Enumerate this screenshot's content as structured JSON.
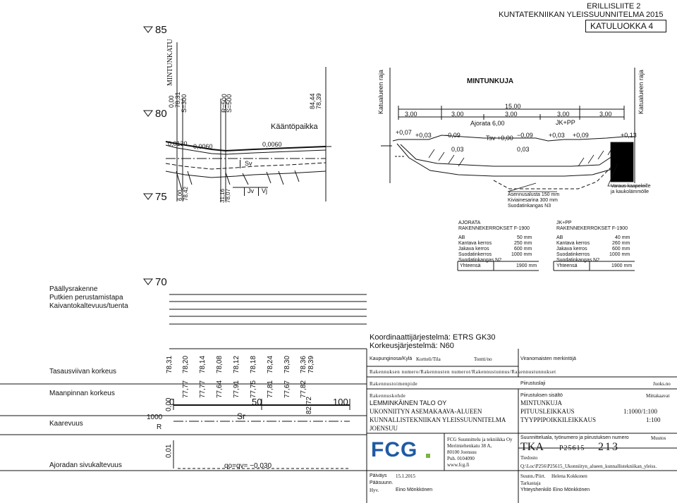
{
  "header": {
    "appendix": "ERILLISLIITE 2",
    "plan": "KUNTATEKNIIKAN YLEISSUUNNITELMA 2015",
    "class": "KATULUOKKA  4"
  },
  "elevations": [
    "85",
    "80",
    "75",
    "70"
  ],
  "profile": {
    "street_vertical": "MINTUNKATU",
    "station_a": "0,00",
    "elev_a": "78,31",
    "r_a": "S=300",
    "r_b1": "R=500",
    "r_b2": "S=500",
    "station_c": "84,44",
    "elev_c": "78,39",
    "turnaround": "Kääntöpaikka",
    "slope_a": "0,0130",
    "slope_b": "0,0060",
    "slope_c": "0,0060",
    "sv": "Sv",
    "jv": "Jv",
    "vj": "Vj",
    "bottom_a1": "6,00",
    "bottom_a2": "78,42",
    "bottom_b1": "31,16",
    "bottom_b2": "78,07"
  },
  "cross_section": {
    "title": "MINTUNKUJA",
    "left_label": "Katualueen raja",
    "right_label": "Katualueen raja",
    "total": "15,00",
    "widths": [
      "3,00",
      "3,00",
      "3,00",
      "3,00",
      "3,00"
    ],
    "ajorata": "Ajorata  6,00",
    "jkpp": "JK+PP",
    "tsv": "Tsv",
    "offsets": [
      "+0,07",
      "+0,03",
      "−0,09",
      "+0,00",
      "−0,09",
      "+0,03",
      "+0,09",
      "+0,13"
    ],
    "slopes": [
      "0,03",
      "0,03"
    ],
    "bed1": "Asennusalusta 150 mm",
    "bed2": "Kiviainesarina 300 mm",
    "bed3": "Suodatinkangas N3",
    "reserve1": "Varaus kaapeleille",
    "reserve2": "ja kaukolämmölle"
  },
  "structure_left": {
    "title1": "AJORATA",
    "title2": "RAKENNEKERROKSET  F-1900",
    "rows": [
      {
        "name": "AB",
        "value": "50 mm"
      },
      {
        "name": "Kantava kerros",
        "value": "250 mm"
      },
      {
        "name": "Jakava kerros",
        "value": "600 mm"
      },
      {
        "name": "Suodatinkerros",
        "value": "1000 mm"
      },
      {
        "name": "Suodatinkangas  N2",
        "value": ""
      }
    ],
    "total_label": "Yhteensä",
    "total_value": "1900 mm"
  },
  "structure_right": {
    "title1": "JK+PP",
    "title2": "RAKENNEKERROKSET  F-1900",
    "rows": [
      {
        "name": "AB",
        "value": "40 mm"
      },
      {
        "name": "Kantava kerros",
        "value": "260 mm"
      },
      {
        "name": "Jakava kerros",
        "value": "600 mm"
      },
      {
        "name": "Suodatinkerros",
        "value": "1000 mm"
      },
      {
        "name": "Suodatinkangas  N2",
        "value": ""
      }
    ],
    "total_label": "Yhteensä",
    "total_value": "1900 mm"
  },
  "legend": [
    "Päällysrakenne",
    "Putkien perustamistapa",
    "Kaivantokaltevuus/tuenta"
  ],
  "coords": {
    "system": "Koordinaattijärjestelmä: ETRS GK30",
    "height": "Korkeusjärjestelmä:        N60"
  },
  "band_labels": [
    "Tasausviivan korkeus",
    "Maanpinnan korkeus",
    "Kaarevuus",
    "Ajoradan sivukaltevuus"
  ],
  "grade_line": [
    "78,31",
    "78,20",
    "78,14",
    "78,08",
    "78,12",
    "78,18",
    "78,24",
    "78,30",
    "78,36",
    "78,39"
  ],
  "ground_line": [
    "77,77",
    "77,77",
    "77,64",
    "77,91",
    "77,75",
    "77,81",
    "77,67",
    "77,82",
    "82,72"
  ],
  "stations": {
    "s0": "0,00",
    "s0b": "0",
    "s50": "50",
    "s100": "100"
  },
  "curvature": {
    "a": "1000",
    "b": "R",
    "sr": "Sr"
  },
  "side_slope": {
    "start": "0,01",
    "q": "qo=qv= −0,030"
  },
  "title_block": {
    "district_label": "Kaupunginosa/Kylä",
    "block_label": "Kortteli/Tila",
    "lot_label": "Tontti/no",
    "approval_label": "Viranomaisten merkintöjä",
    "permit_label": "Rakennuksen numero/Rakennusten numerot/Rakennustunnus/Rakennustunnukset",
    "action_label": "Rakennustoimenpide",
    "drawing_type_label": "Piirustuslaji",
    "serial_label": "Juoks.no",
    "project_label": "Rakennuskohde",
    "project1": "LEMMINKÄINEN TALO OY",
    "project2": "UKONNIITYN ASEMAKAAVA-ALUEEN",
    "project3": "KUNNALLISTEKNIIKAN YLEISSUUNNITELMA",
    "project4": "JOENSUU",
    "content_label": "Piirustuksen sisältö",
    "scale_label": "Mittakaavat",
    "content1": "MINTUNKUJA",
    "content2": "PITUUSLEIKKAUS",
    "content3": "TYYPPIPOIKKILEIKKAUS",
    "scale1": "1:1000/1:100",
    "scale2": "1:100",
    "company1": "FCG Suunnittelu ja tekniikka Oy",
    "company2": "Merimiehenkatu 38 A,",
    "company3": "80100 Joensuu",
    "company4": "Puh. 0104090",
    "company5": "www.fcg.fi",
    "logo": "FCG",
    "series_label": "Suunnitteluala, työnumero ja piirustuksen numero",
    "changes_label": "Muutos",
    "tka": "TKA",
    "job": "P25615",
    "number": "213",
    "file_label": "Tiedosto",
    "file": "Q:\\Loc\\P256\\P25615_Ukonniityn_alueen_kunnallistekniikan_yleiss.",
    "date_label": "Päiväys",
    "date": "15.1.2015",
    "designer_label": "Suunn./Piirt.",
    "designer": "Helena Kokkonen",
    "chief_label": "Pääsuunn.",
    "checker_label": "Tarkastaja",
    "approved_label": "Hyv.",
    "approved": "Eino Mönkkönen",
    "contact_label": "Yhteyshenkilö",
    "contact": "Eino Mönkkönen"
  }
}
